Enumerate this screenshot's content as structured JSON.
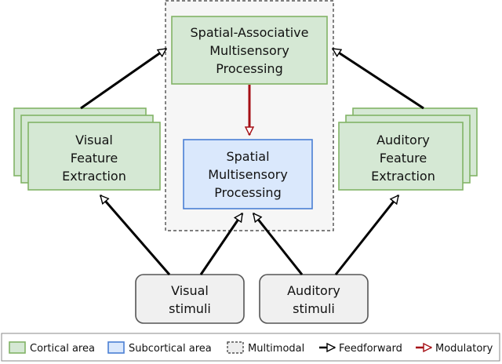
{
  "nodes": {
    "spatial_associative": {
      "lines": [
        "Spatial-Associative",
        "Multisensory",
        "Processing"
      ]
    },
    "spatial_multisensory": {
      "lines": [
        "Spatial",
        "Multisensory",
        "Processing"
      ]
    },
    "visual_feature": {
      "lines": [
        "Visual",
        "Feature",
        "Extraction"
      ]
    },
    "auditory_feature": {
      "lines": [
        "Auditory",
        "Feature",
        "Extraction"
      ]
    },
    "visual_stimuli": {
      "lines": [
        "Visual",
        "stimuli"
      ]
    },
    "auditory_stimuli": {
      "lines": [
        "Auditory",
        "stimuli"
      ]
    }
  },
  "legend": {
    "cortical": "Cortical area",
    "subcortical": "Subcortical area",
    "multimodal": "Multimodal",
    "feedforward": "Feedforward",
    "modulatory": "Modulatory"
  },
  "colors": {
    "cortical_fill": "#d5e8d4",
    "cortical_stroke": "#82b366",
    "subcortical_fill": "#dae8fc",
    "subcortical_stroke": "#4a7fd4",
    "stimuli_fill": "#f0f0f0",
    "stimuli_stroke": "#555555",
    "multimodal_fill": "#f6f6f6",
    "feedforward": "#000000",
    "modulatory": "#a50f15"
  }
}
